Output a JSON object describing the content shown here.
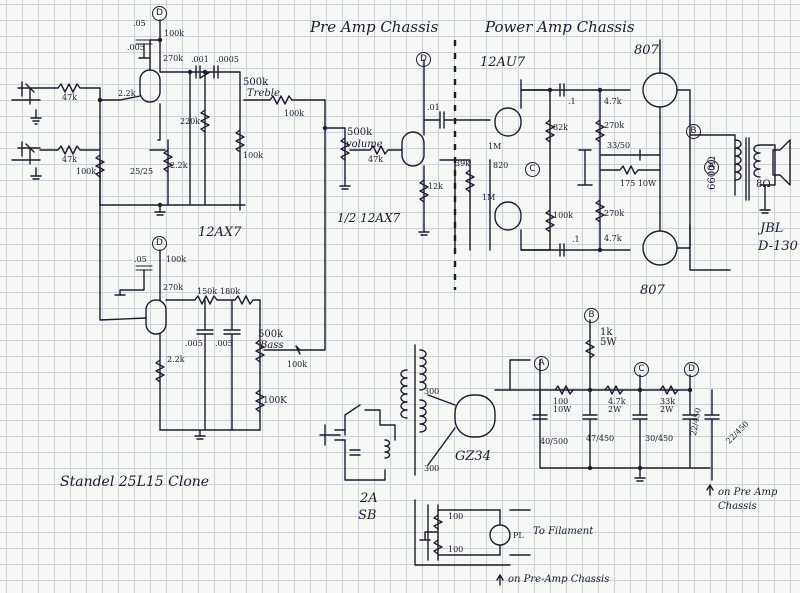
{
  "sections": {
    "preamp_chassis": "Pre Amp Chassis",
    "power_amp_chassis": "Power Amp Chassis"
  },
  "title": "Standel 25L15 Clone",
  "tubes": {
    "preamp_1": "12AX7",
    "half_12ax7": "1/2 12AX7",
    "driver": "12AU7",
    "output_top": "807",
    "output_bottom": "807",
    "rectifier": "GZ34"
  },
  "controls": {
    "treble": {
      "value": "500k",
      "name": "Treble"
    },
    "bass": {
      "value": "500k",
      "name": "Bass"
    },
    "volume": {
      "value": "500k",
      "name": "volume"
    }
  },
  "speaker": {
    "impedance": "8Ω",
    "brand": "JBL",
    "model": "D-130"
  },
  "transformer": {
    "primary": "6600Ω"
  },
  "fuse": {
    "rating": "2A",
    "type": "SB"
  },
  "power_supply": {
    "choke": "1k\n5W",
    "r1": "100\n10W",
    "r2": "4.7k\n2W",
    "r3": "33k\n2W",
    "c1": "40/500",
    "c2": "47/450",
    "c3": "30/450",
    "c4": "22/450",
    "c5": "22/450",
    "winding_top": "300",
    "winding_bottom": "300"
  },
  "notes": {
    "to_filament": "To Filament",
    "pl": "PL",
    "r_fil_1": "100",
    "r_fil_2": "100",
    "on_preamp_chassis": "on Pre-Amp Chassis",
    "on_preamp_chassis_2": "on Pre Amp\nChassis"
  },
  "nodes": {
    "A": "A",
    "B": "B",
    "C": "C",
    "D": "D"
  },
  "preamp_components": {
    "c_05": ".05",
    "r_100k_top": "100k",
    "c_005": ".005",
    "r_270k": "270k",
    "c_001": ".001",
    "c_0005": ".0005",
    "r_47k_a": "47k",
    "r_47k_b": "47k",
    "r_22k_a": "2.2k",
    "r_100k_grid": "100k",
    "r_220k": "220k",
    "c_25_25": "25/25",
    "r_22k_b": "2.2k",
    "r_100k_out": "100k",
    "r_100k_treble": "100k",
    "c_05_b": ".05",
    "r_100k_b": "100k",
    "r_270k_b": "270k",
    "r_150k": "150k",
    "r_180k": "180k",
    "c_005_b": ".005",
    "c_005_c": ".005",
    "r_22k_c": "2.2k",
    "r_100k_bass": "100k",
    "r_100k_bot": "100K",
    "r_47k_vol": "47k"
  },
  "power_components": {
    "c_01": ".01",
    "r_12k": "12k",
    "r_39k": "39k",
    "r_1m_a": "1M",
    "r_820": "820",
    "r_1m_b": "1M",
    "r_82k": "82k",
    "c_1_a": ".1",
    "r_47k_a": "4.7k",
    "r_270k_a": "270k",
    "c_33_50": "33/50",
    "r_175": "175 10W",
    "r_100k": "100k",
    "r_270k_b": "270k",
    "c_1_b": ".1",
    "r_47k_b": "4.7k"
  }
}
